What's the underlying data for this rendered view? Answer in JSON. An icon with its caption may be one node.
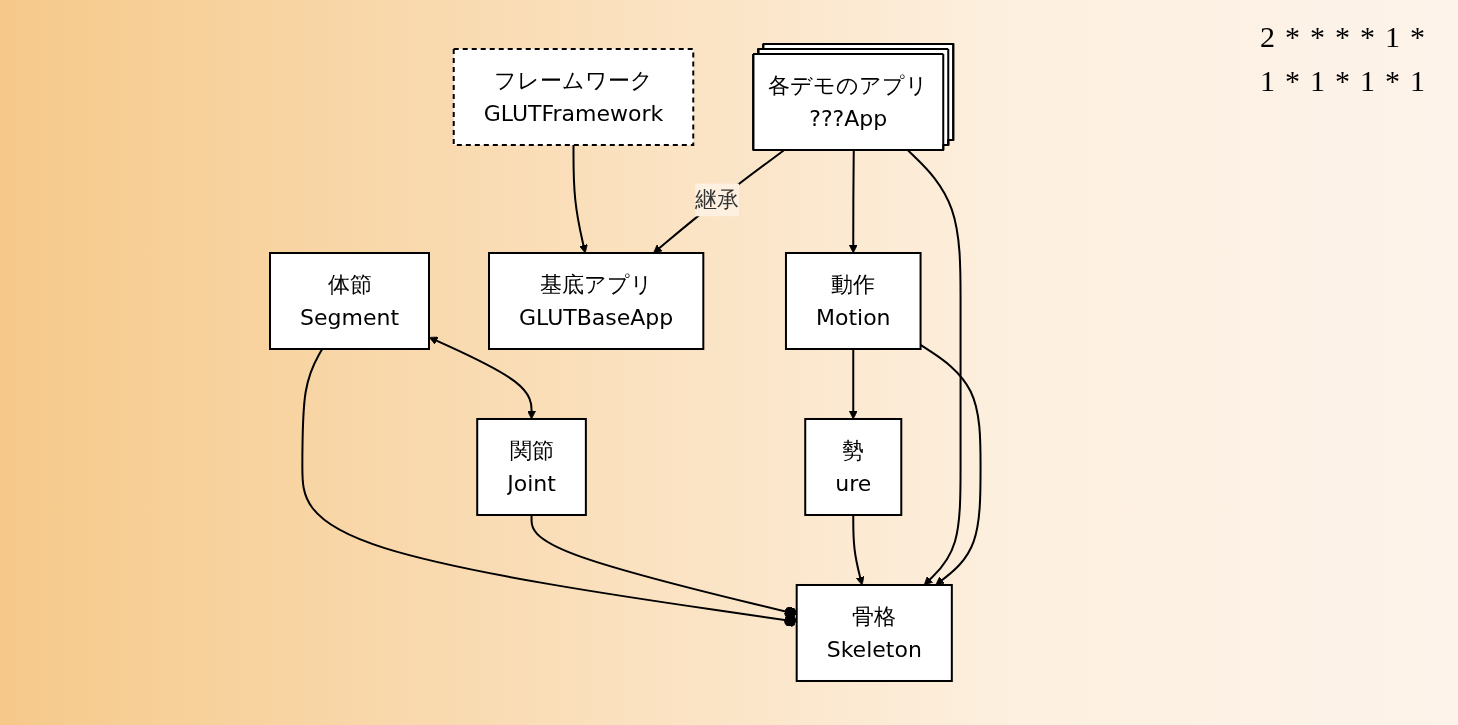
{
  "diagram": {
    "nodes": [
      {
        "text": [
          "体節",
          "Segment"
        ]
      },
      {
        "text": [
          "関節",
          "Joint"
        ]
      },
      {
        "text": [
          "フレームワーク",
          "GLUTFramework"
        ]
      },
      {
        "text": [
          "骨格",
          "Skeleton"
        ]
      },
      {
        "text": [
          "基底アプリ",
          "GLUTBaseApp"
        ]
      },
      {
        "text": [
          "勢",
          "ure"
        ]
      },
      {
        "text": [
          "動作",
          "Motion"
        ]
      },
      {
        "text": [
          "各デモのアプリ",
          "???App"
        ]
      }
    ],
    "edges": [
      {
        "from": 0,
        "to": 1,
        "arrow": "both"
      },
      {
        "from": 0,
        "to": 3,
        "arrow": "other"
      },
      {
        "from": 1,
        "to": 3,
        "arrow": "other"
      },
      {
        "from": 2,
        "to": 4,
        "arrow": "to"
      },
      {
        "from": 5,
        "to": 3,
        "arrow": "to"
      },
      {
        "from": 7,
        "to": 3,
        "arrow": "to"
      },
      {
        "from": 6,
        "to": 3,
        "arrow": "to"
      },
      {
        "from": 7,
        "to": 4,
        "arrow": "to",
        "label": "継承"
      },
      {
        "from": 6,
        "to": 5,
        "arrow": "to"
      },
      {
        "from": 7,
        "to": 6,
        "arrow": "to"
      }
    ],
    "labels": [
      "2",
      "*",
      "*",
      "*",
      "*",
      "1",
      "*",
      "1",
      "*",
      "1",
      "*",
      "1",
      "*",
      "1"
    ]
  }
}
